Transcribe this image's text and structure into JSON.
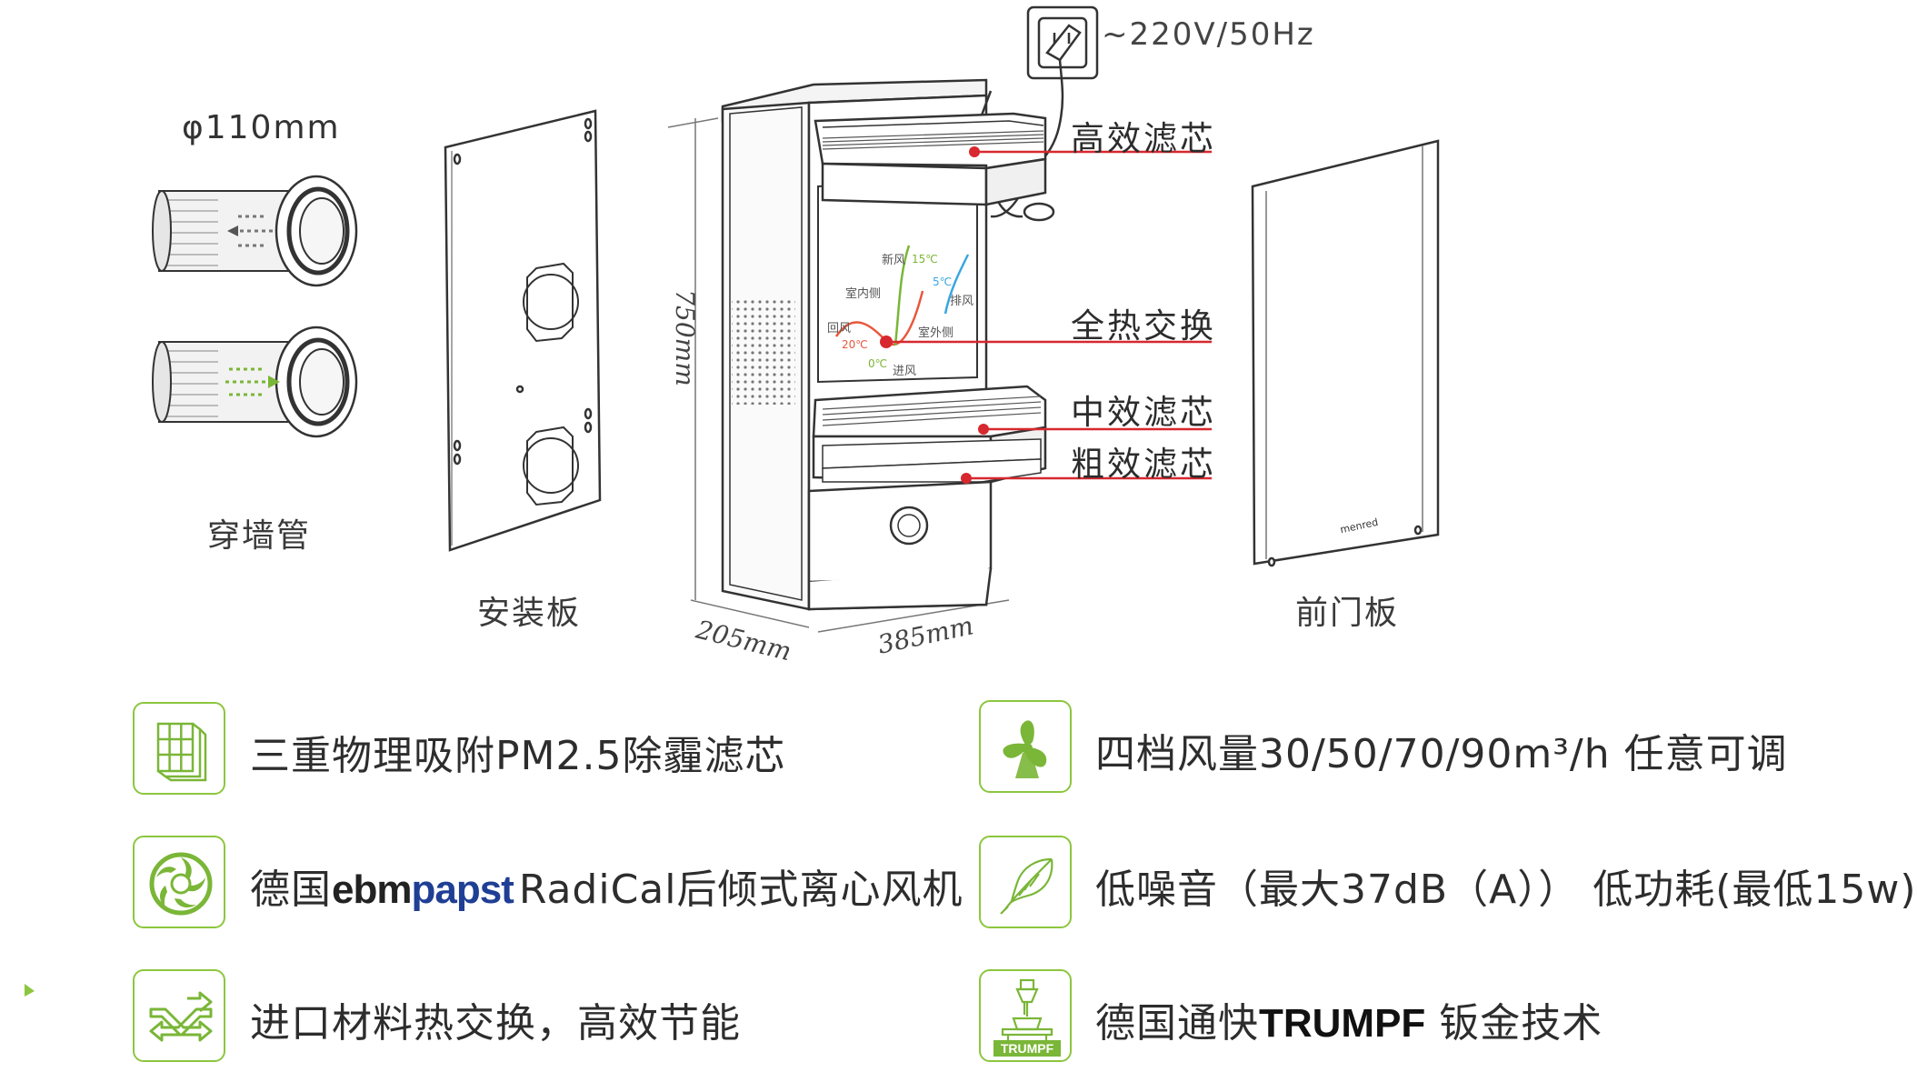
{
  "power": {
    "voltage": "~220V/50Hz"
  },
  "pipe": {
    "diameter": "φ110mm",
    "label": "穿墙管"
  },
  "panels": {
    "mount_plate": "安装板",
    "front_door": "前门板"
  },
  "brand_plate": "menred",
  "dimensions": {
    "height": "750mm",
    "depth": "205mm",
    "width": "385mm"
  },
  "callouts": [
    "高效滤芯",
    "全热交换",
    "中效滤芯",
    "粗效滤芯"
  ],
  "exchange": {
    "fresh": "新风",
    "indoor": "室内侧",
    "return": "回风",
    "exhaust": "排风",
    "outdoor": "室外侧",
    "intake": "进风",
    "t15": "15℃",
    "t5": "5℃",
    "t20": "20℃",
    "t0": "0℃"
  },
  "features": [
    {
      "icon": "filter-icon",
      "text": "三重物理吸附PM2.5除霾滤芯"
    },
    {
      "icon": "fan-icon",
      "text": "四档风量30/50/70/90m³/h 任意可调"
    },
    {
      "icon": "impeller-icon",
      "prefix": "德国",
      "brand_a": "ebm",
      "brand_b": "papst",
      "suffix": "RadiCal后倾式离心风机"
    },
    {
      "icon": "feather-icon",
      "text": "低噪音（最大37dB（A）） 低功耗(最低15w)"
    },
    {
      "icon": "exchange-arrows-icon",
      "text": "进口材料热交换，高效节能"
    },
    {
      "icon": "laser-cutter-icon",
      "prefix": "德国通快",
      "brand": "TRUMPF",
      "suffix": " 钣金技术",
      "icon_caption": "TRUMPF"
    }
  ],
  "colors": {
    "accent_green": "#8cc63f",
    "callout_red": "#d7282f",
    "warm": "#e8573c",
    "cool": "#3aa6e0",
    "fresh": "#7ab637"
  }
}
